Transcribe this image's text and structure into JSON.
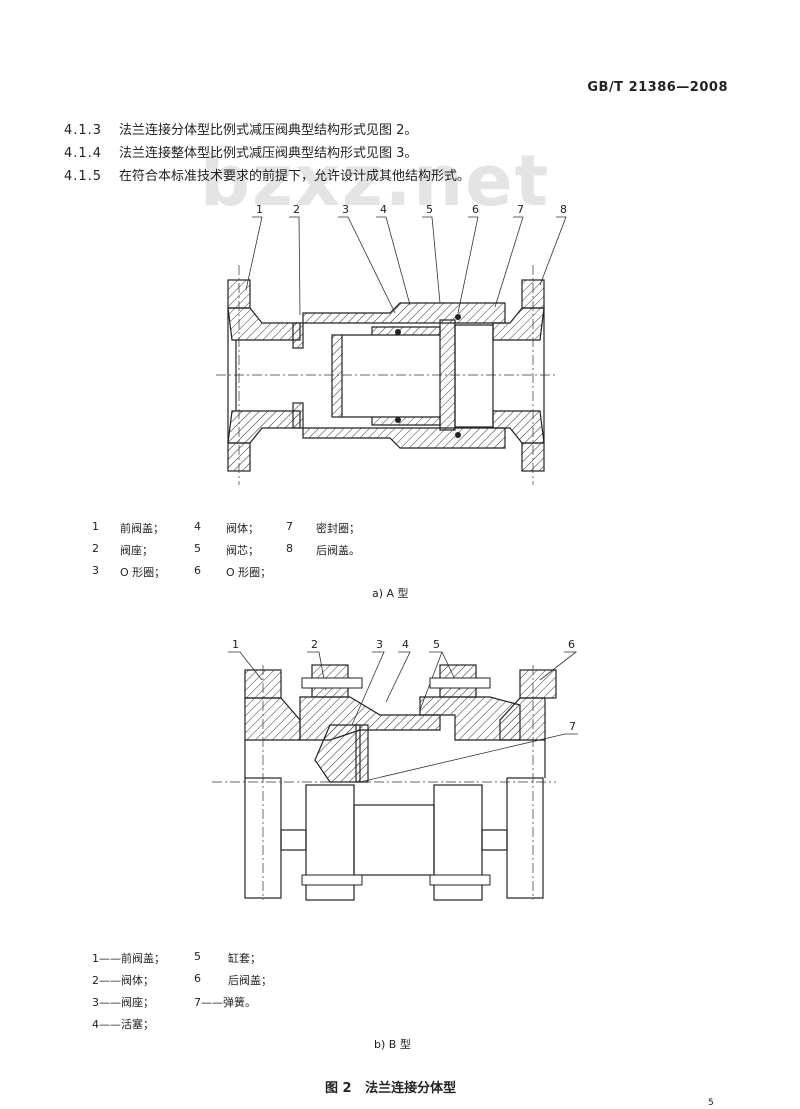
{
  "header": {
    "standard_no": "GB/T 21386—2008"
  },
  "watermark": "bzxz.net",
  "clauses": [
    {
      "num": "4.1.3",
      "text": "法兰连接分体型比例式减压阀典型结构形式见图 2。"
    },
    {
      "num": "4.1.4",
      "text": "法兰连接整体型比例式减压阀典型结构形式见图 3。"
    },
    {
      "num": "4.1.5",
      "text": "在符合本标准技术要求的前提下，允许设计成其他结构形式。"
    }
  ],
  "figure_a": {
    "callouts": [
      "1",
      "2",
      "3",
      "4",
      "5",
      "6",
      "7",
      "8"
    ],
    "legend": [
      {
        "n": "1",
        "label": "前阀盖；"
      },
      {
        "n": "2",
        "label": "阀座；"
      },
      {
        "n": "3",
        "label": "O 形圈；"
      },
      {
        "n": "4",
        "label": "阀体；"
      },
      {
        "n": "5",
        "label": "阀芯；"
      },
      {
        "n": "6",
        "label": "O 形圈；"
      },
      {
        "n": "7",
        "label": "密封圈；"
      },
      {
        "n": "8",
        "label": "后阀盖。"
      }
    ],
    "caption": "a) A 型"
  },
  "figure_b": {
    "callouts": [
      "1",
      "2",
      "3",
      "4",
      "5",
      "6",
      "7"
    ],
    "legend": [
      {
        "n": "1——",
        "label": "前阀盖；"
      },
      {
        "n": "2——",
        "label": "阀体；"
      },
      {
        "n": "3——",
        "label": "阀座；"
      },
      {
        "n": "4——",
        "label": "活塞；"
      },
      {
        "n": "5",
        "label": "缸套；"
      },
      {
        "n": "6",
        "label": "后阀盖；"
      },
      {
        "n": "7——",
        "label": "弹簧。"
      }
    ],
    "caption": "b) B 型"
  },
  "figure_title": "图 2   法兰连接分体型",
  "page_number": "5"
}
